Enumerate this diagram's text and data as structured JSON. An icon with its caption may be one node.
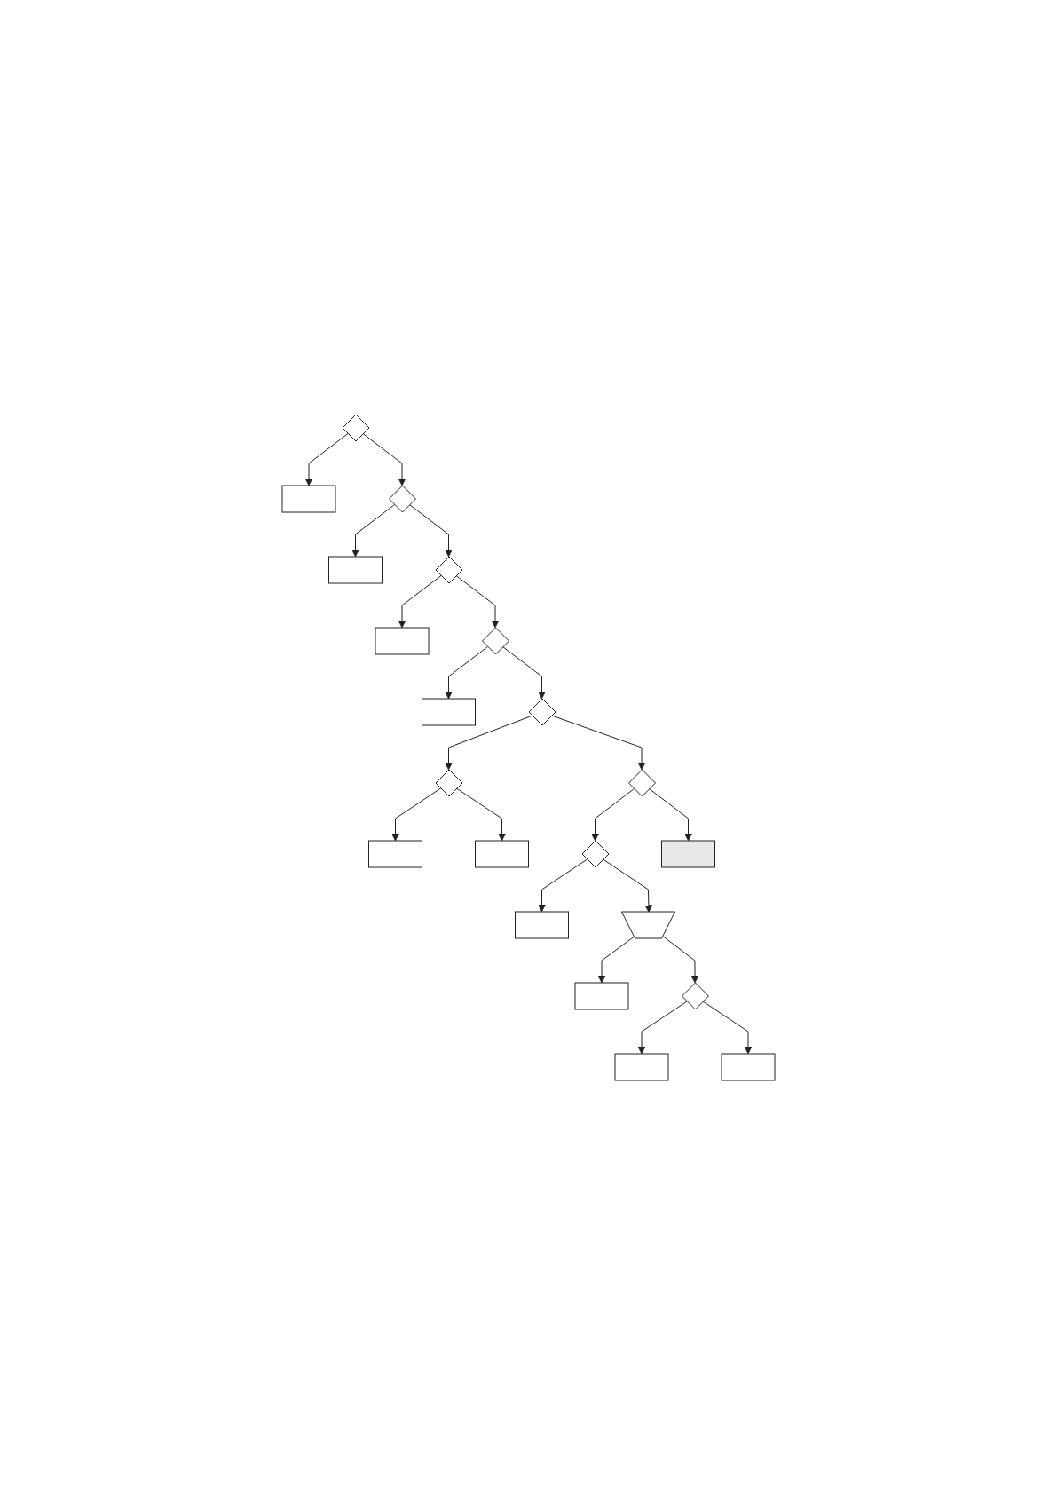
{
  "diagram": {
    "nodes": [
      {
        "text": [],
        "shape": "diamond"
      },
      {
        "text": [],
        "shape": "box"
      },
      {
        "text": [],
        "shape": "diamond"
      },
      {
        "text": [],
        "shape": "box"
      },
      {
        "text": [],
        "shape": "diamond"
      },
      {
        "text": [],
        "shape": "box"
      },
      {
        "text": [],
        "shape": "diamond"
      },
      {
        "text": [],
        "shape": "box"
      },
      {
        "text": [],
        "shape": "diamond"
      },
      {
        "text": [],
        "shape": "diamond"
      },
      {
        "text": [],
        "shape": "box"
      },
      {
        "text": [],
        "shape": "box"
      },
      {
        "text": [],
        "shape": "diamond"
      },
      {
        "text": [],
        "shape": "diamond"
      },
      {
        "text": [],
        "shape": "box"
      },
      {
        "text": [],
        "shape": "trapezoid"
      },
      {
        "text": [],
        "shape": "box"
      },
      {
        "text": [],
        "shape": "diamond"
      },
      {
        "text": [],
        "shape": "box"
      },
      {
        "text": [],
        "shape": "box"
      },
      {
        "text": [],
        "shape": "box"
      }
    ],
    "edges": [
      {
        "from": 0,
        "to": 1,
        "arrow": "to"
      },
      {
        "from": 0,
        "to": 2,
        "arrow": "to"
      },
      {
        "from": 2,
        "to": 3,
        "arrow": "to"
      },
      {
        "from": 2,
        "to": 4,
        "arrow": "to"
      },
      {
        "from": 4,
        "to": 5,
        "arrow": "to"
      },
      {
        "from": 4,
        "to": 6,
        "arrow": "to"
      },
      {
        "from": 6,
        "to": 7,
        "arrow": "to"
      },
      {
        "from": 6,
        "to": 8,
        "arrow": "to"
      },
      {
        "from": 8,
        "to": 9,
        "arrow": "to"
      },
      {
        "from": 9,
        "to": 10,
        "arrow": "to"
      },
      {
        "from": 9,
        "to": 11,
        "arrow": "to"
      },
      {
        "from": 8,
        "to": 12,
        "arrow": "to"
      },
      {
        "from": 12,
        "to": 13,
        "arrow": "to"
      },
      {
        "from": 13,
        "to": 14,
        "arrow": "to"
      },
      {
        "from": 13,
        "to": 15,
        "arrow": "to"
      },
      {
        "from": 15,
        "to": 16,
        "arrow": "to"
      },
      {
        "from": 15,
        "to": 17,
        "arrow": "to"
      },
      {
        "from": 17,
        "to": 18,
        "arrow": "to"
      },
      {
        "from": 17,
        "to": 20,
        "arrow": "to"
      },
      {
        "from": 12,
        "to": 19,
        "arrow": "to"
      }
    ]
  }
}
